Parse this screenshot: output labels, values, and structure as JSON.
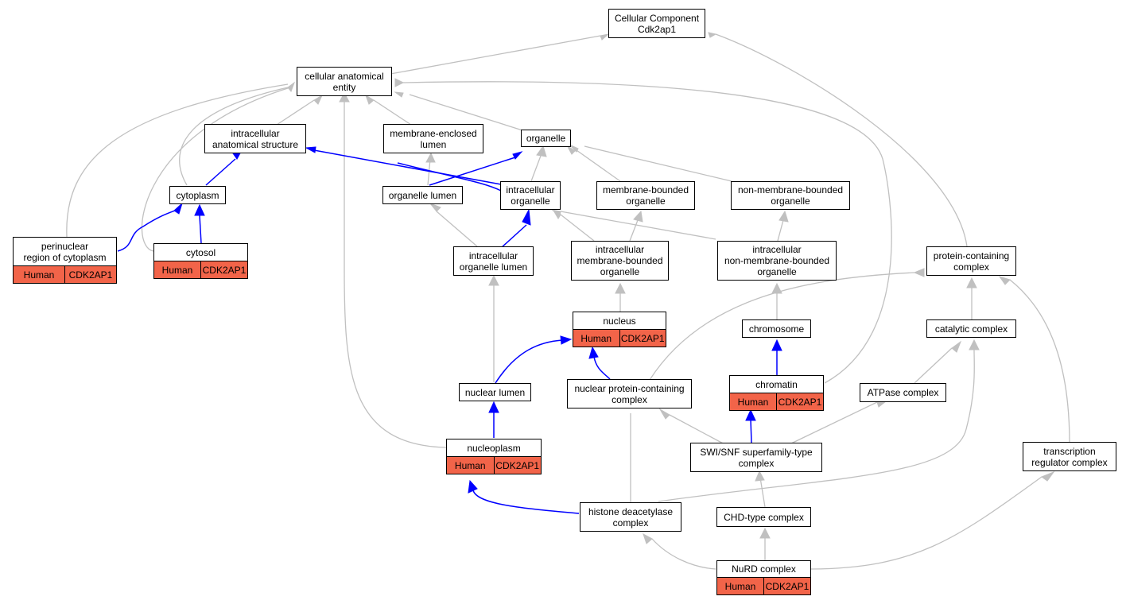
{
  "colors": {
    "edge_default": "#c0c0c0",
    "edge_highlight": "#0000ff",
    "annotation_fill": "#f26449"
  },
  "nodes": {
    "root": {
      "label": "Cellular Component\nCdk2ap1"
    },
    "cae": {
      "label": "cellular anatomical\nentity"
    },
    "ias": {
      "label": "intracellular\nanatomical structure"
    },
    "mel": {
      "label": "membrane-enclosed\nlumen"
    },
    "org": {
      "label": "organelle"
    },
    "cyto": {
      "label": "cytoplasm"
    },
    "orglum": {
      "label": "organelle lumen"
    },
    "intorg": {
      "label": "intracellular\norganelle"
    },
    "mbo": {
      "label": "membrane-bounded\norganelle"
    },
    "nmbo": {
      "label": "non-membrane-bounded\norganelle"
    },
    "peri": {
      "label": "perinuclear\nregion of cytoplasm",
      "species": "Human",
      "gene": "CDK2AP1"
    },
    "cytosol": {
      "label": "cytosol",
      "species": "Human",
      "gene": "CDK2AP1"
    },
    "iol": {
      "label": "intracellular\norganelle lumen"
    },
    "imbo": {
      "label": "intracellular\nmembrane-bounded\norganelle"
    },
    "inmbo": {
      "label": "intracellular\nnon-membrane-bounded\norganelle"
    },
    "pcc": {
      "label": "protein-containing\ncomplex"
    },
    "nucleus": {
      "label": "nucleus",
      "species": "Human",
      "gene": "CDK2AP1"
    },
    "chromosome": {
      "label": "chromosome"
    },
    "catc": {
      "label": "catalytic complex"
    },
    "nuclum": {
      "label": "nuclear lumen"
    },
    "npcc": {
      "label": "nuclear protein-containing\ncomplex"
    },
    "chromatin": {
      "label": "chromatin",
      "species": "Human",
      "gene": "CDK2AP1"
    },
    "atpase": {
      "label": "ATPase complex"
    },
    "nucleoplasm": {
      "label": "nucleoplasm",
      "species": "Human",
      "gene": "CDK2AP1"
    },
    "swisnf": {
      "label": "SWI/SNF superfamily-type\ncomplex"
    },
    "trc": {
      "label": "transcription\nregulator complex"
    },
    "hdac": {
      "label": "histone deacetylase\ncomplex"
    },
    "chd": {
      "label": "CHD-type complex"
    },
    "nurd": {
      "label": "NuRD complex",
      "species": "Human",
      "gene": "CDK2AP1"
    }
  }
}
